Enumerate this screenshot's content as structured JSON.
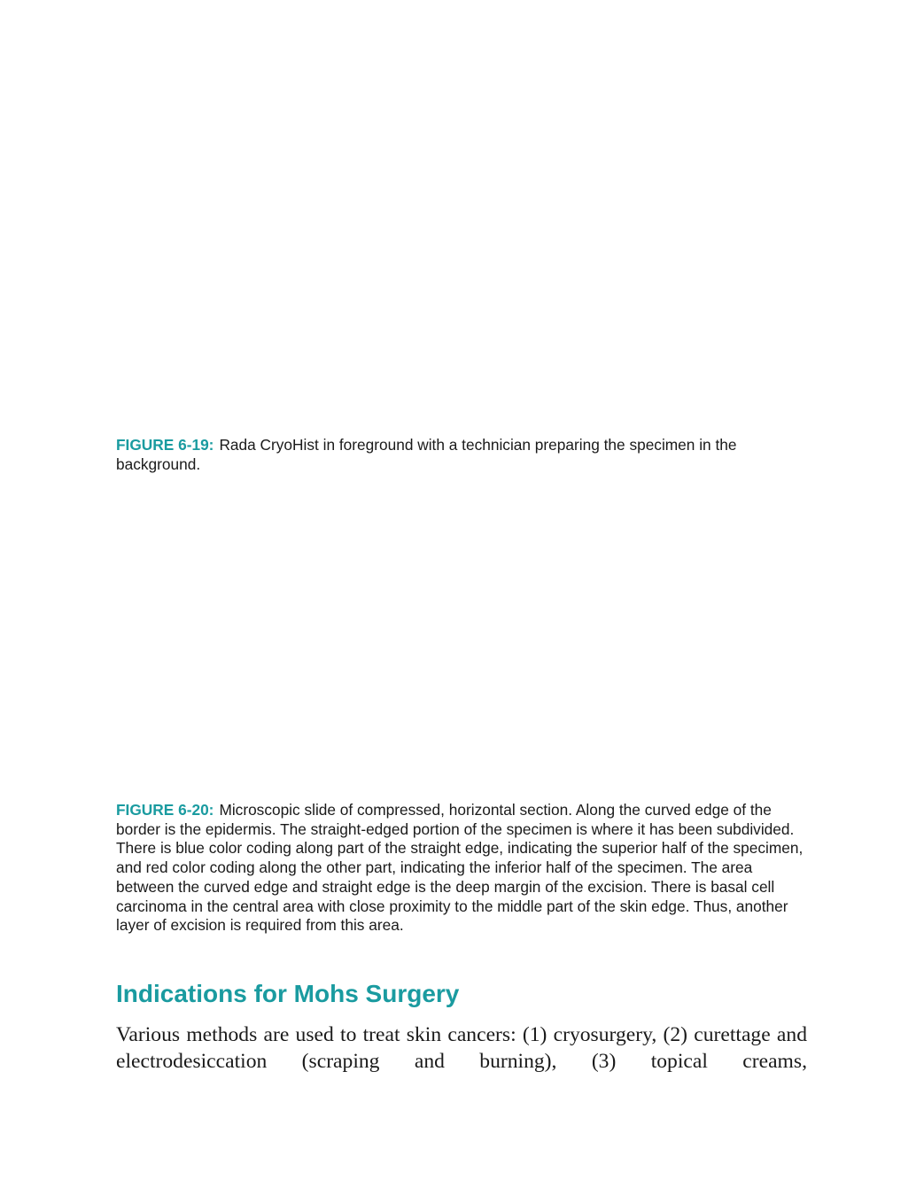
{
  "figure_6_19": {
    "label": "FIGURE 6-19:",
    "caption": "Rada CryoHist in foreground with a technician preparing the specimen in the background."
  },
  "figure_6_20": {
    "label": "FIGURE 6-20:",
    "caption": "Microscopic slide of compressed, horizontal section. Along the curved edge of the border is the epidermis. The straight-edged portion of the specimen is where it has been subdivided. There is blue color coding along part of the straight edge, indicating the superior half of the specimen, and red color coding along the other part, indicating the inferior half of the specimen. The area between the curved edge and straight edge is the deep margin of the excision. There is basal cell carcinoma in the central area with close proximity to the middle part of the skin edge. Thus, another layer of excision is required from this area."
  },
  "section": {
    "heading": "Indications for Mohs Surgery",
    "paragraph": "Various methods are used to treat skin cancers: (1) cryosurgery, (2) curettage and electrodesiccation (scraping and burning), (3) topical creams,"
  },
  "colors": {
    "accent": "#1a9ba0",
    "text": "#1a1a1a",
    "background": "#ffffff"
  }
}
